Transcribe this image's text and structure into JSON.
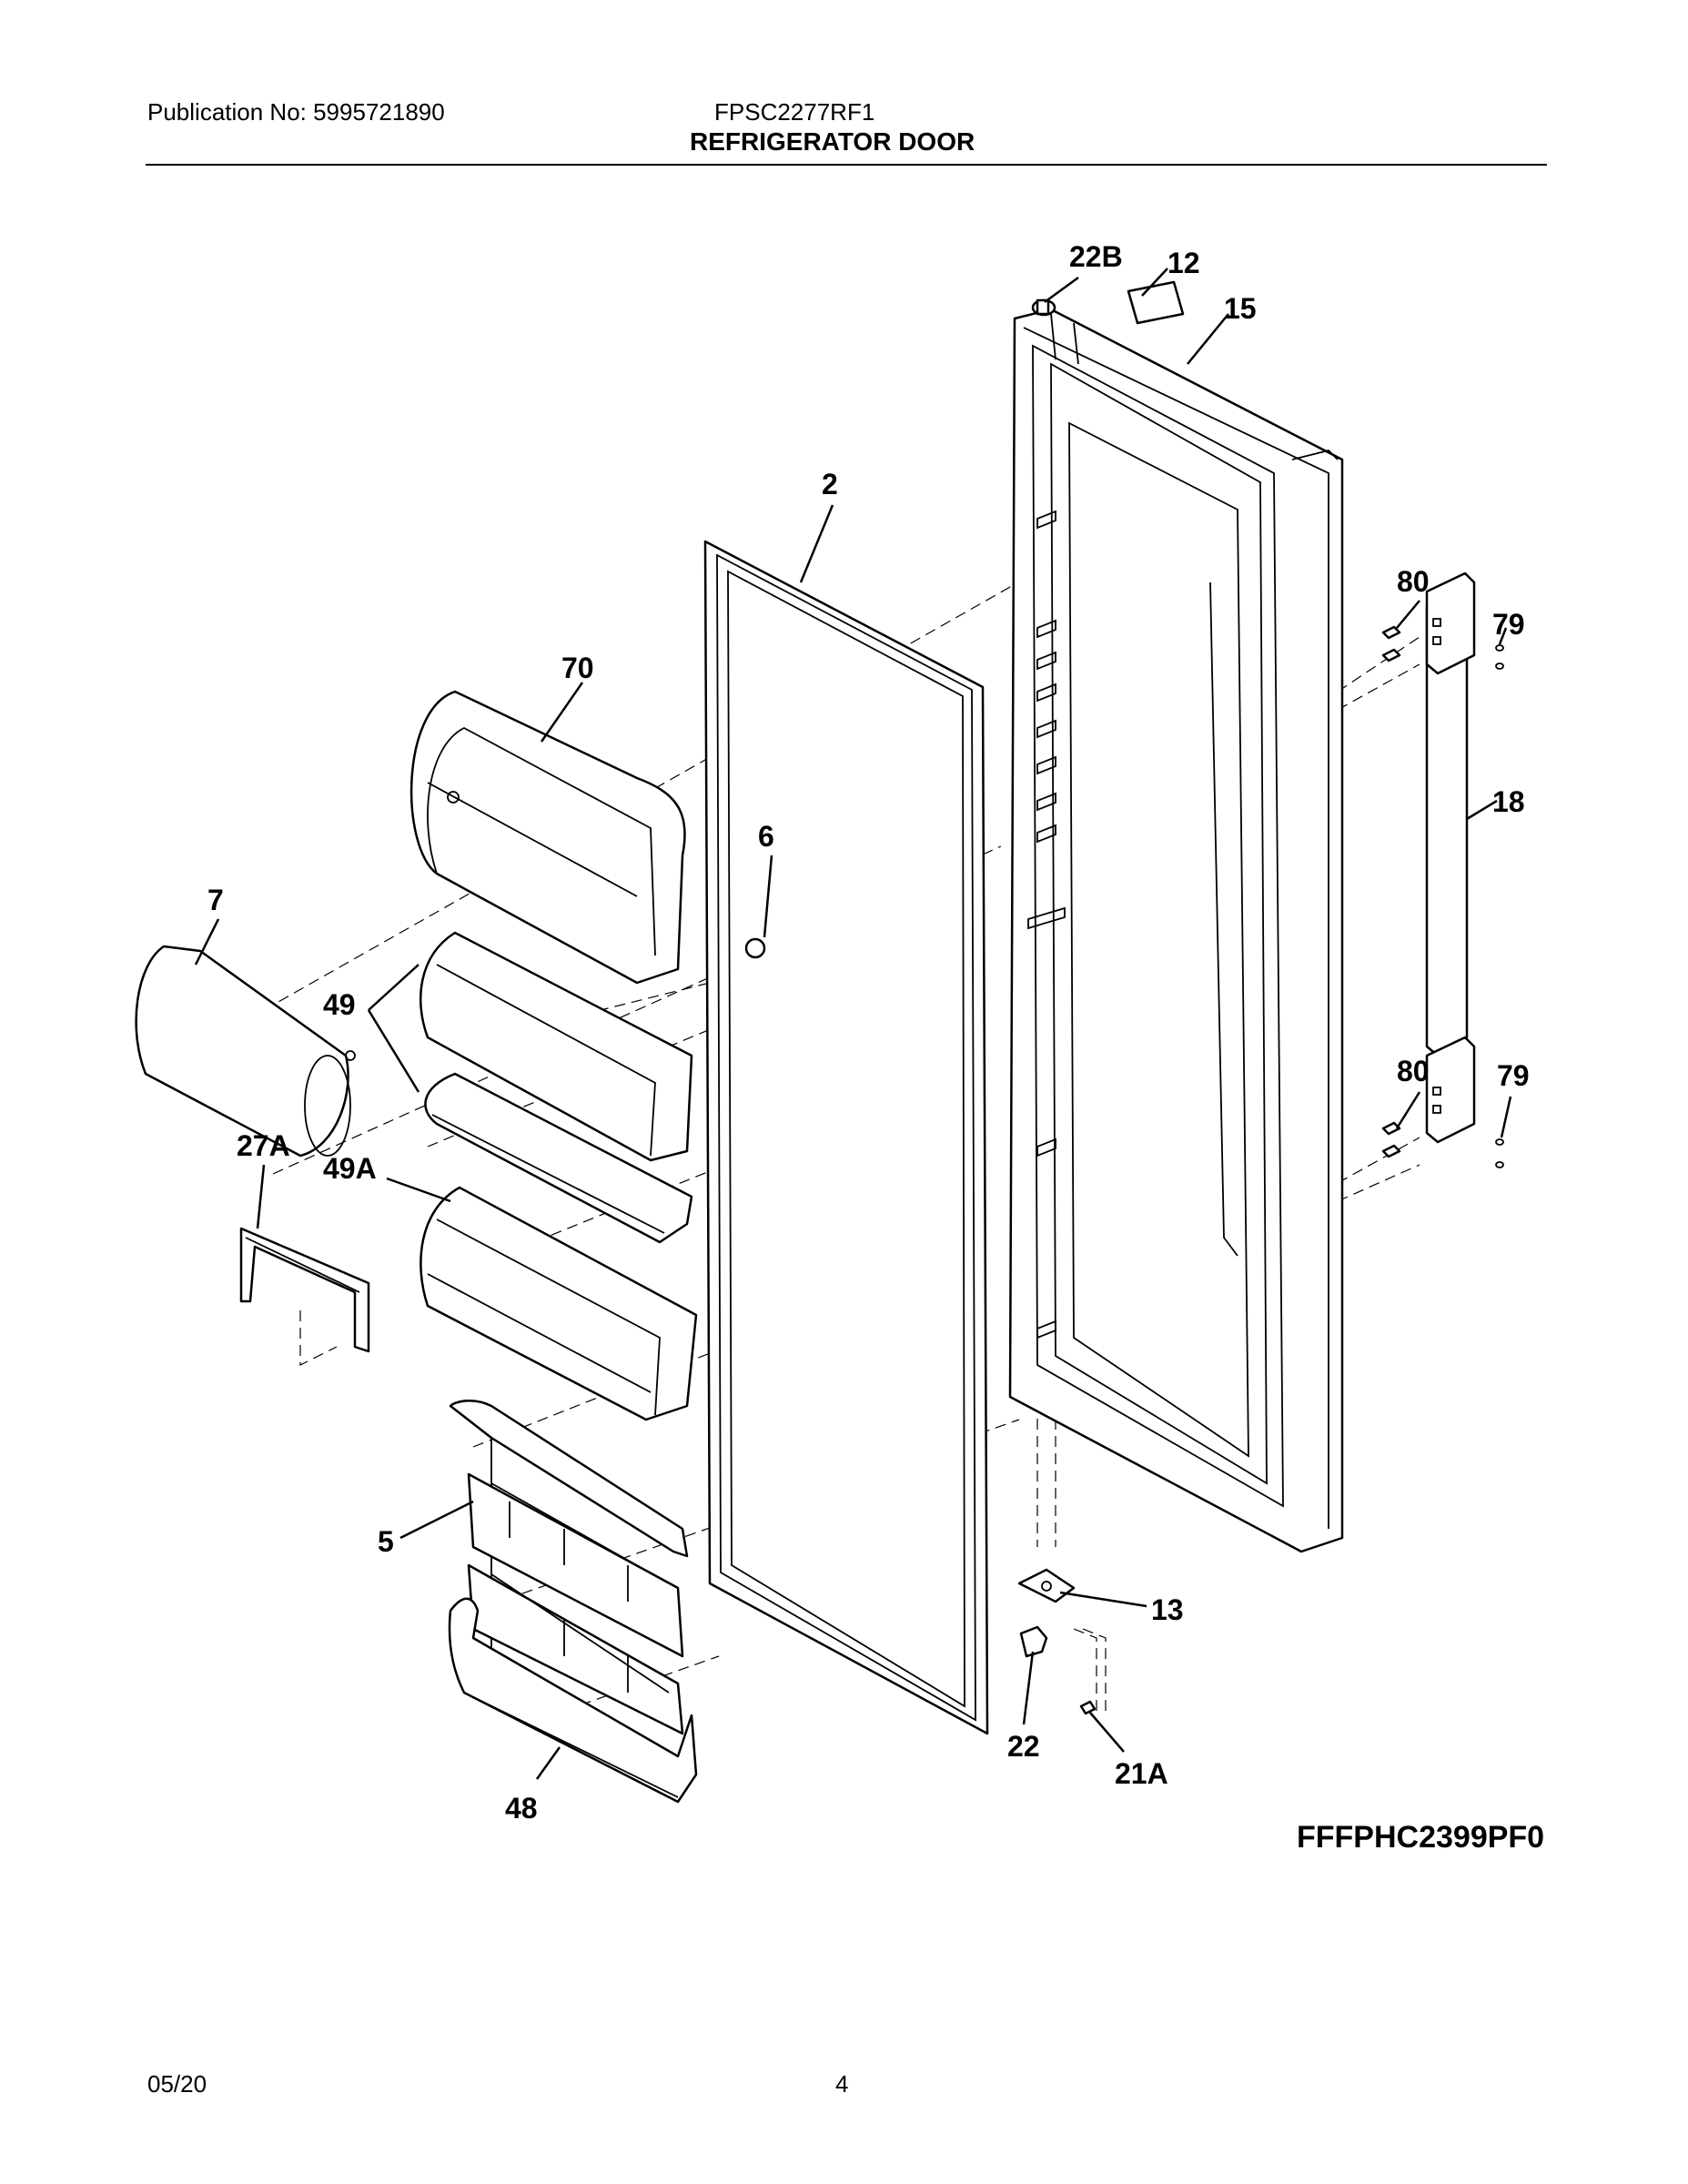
{
  "header": {
    "publication": "Publication No: 5995721890",
    "model": "FPSC2277RF1",
    "title": "REFRIGERATOR DOOR"
  },
  "diagram": {
    "code": "FFFPHC2399PF0",
    "callouts": {
      "c22B": "22B",
      "c12": "12",
      "c15": "15",
      "c2": "2",
      "c80a": "80",
      "c79a": "79",
      "c70": "70",
      "c6": "6",
      "c18": "18",
      "c7": "7",
      "c49": "49",
      "c80b": "80",
      "c79b": "79",
      "c27A": "27A",
      "c49A": "49A",
      "c5": "5",
      "c13": "13",
      "c22": "22",
      "c21A": "21A",
      "c48": "48"
    }
  },
  "footer": {
    "date": "05/20",
    "page": "4"
  }
}
